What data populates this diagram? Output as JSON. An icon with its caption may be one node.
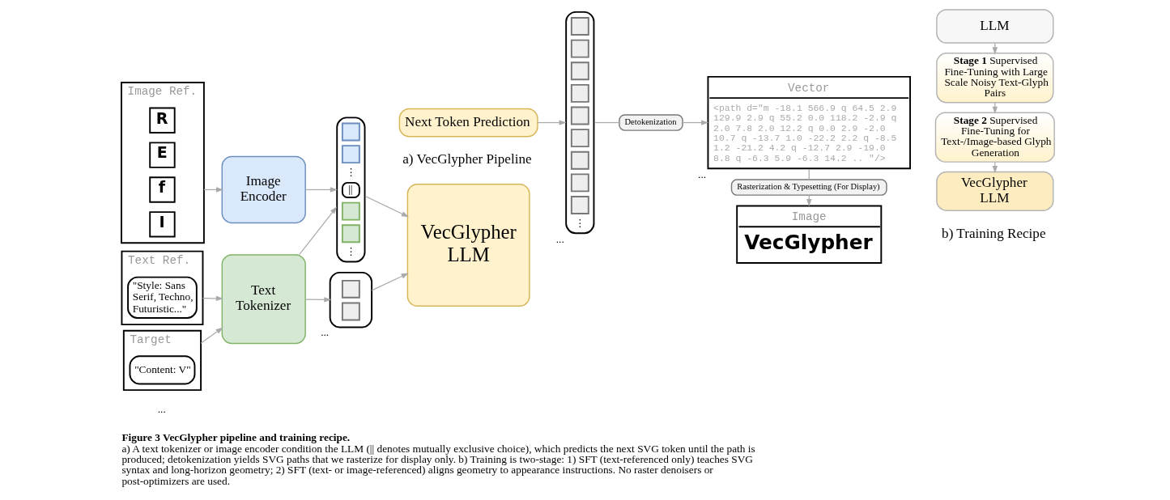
{
  "diagram": {
    "caption": "**Figure 3 VecGlypher pipeline and training recipe.** a) A text tokenizer or image encoder condition the LLM (|| denotes mutually exclusive choice), which predicts the next SVG token until the path is produced; detokenization yields SVG paths that we rasterize for display only. b) Training is two-stage: 1) SFT (text-referenced only) teaches SVG syntax and long-horizon geometry; 2) SFT (text- or image-referenced) aligns geometry to appearance instructions. No raster denoisers or post-optimizers are used.",
    "nodes": [
      {
        "text": [
          "Image Ref."
        ]
      },
      {
        "text": [
          "R"
        ],
        "in": 0
      },
      {
        "text": [
          "E"
        ],
        "in": 0
      },
      {
        "text": [
          "f"
        ],
        "in": 0
      },
      {
        "text": [
          "I"
        ],
        "in": 0
      },
      {
        "text": [
          "Text Ref."
        ]
      },
      {
        "text": [
          "\"Style: Sans Serif, Techno, Futuristic...\""
        ],
        "in": 5
      },
      {
        "text": [
          "Target"
        ]
      },
      {
        "text": [
          "\"Content: V\""
        ],
        "in": 7
      },
      {
        "text": [
          "Image Encoder"
        ]
      },
      {
        "text": [
          "Text Tokenizer"
        ]
      },
      {
        "text": [
          "⋮",
          "||",
          "⋮"
        ]
      },
      {
        "text": [],
        "shape": "box",
        "beside": [
          "..."
        ]
      },
      {
        "text": [
          "VecGlypher LLM"
        ]
      },
      {
        "text": [
          "Next Token Prediction"
        ]
      },
      {
        "text": [
          "⋮"
        ],
        "beside": [
          "..."
        ]
      },
      {
        "text": [
          "Detokenization"
        ]
      },
      {
        "text": [
          "Vector",
          "<path d=\"m -18.1 566.9 q 64.5 2.9 129.9 2.9 q 55.2 0.0 118.2 -2.9 q 2.0 7.8 2.0 12.2 q 0.0 2.9 -2.0 10.7 q -13.7 1.0 -22.2 2.2 q -8.5 1.2 -21.2 4.2 q -12.7 2.9 -19.0 8.8 q -6.3 5.9 -6.3 14.2 .. \"/>"
        ],
        "beside": [
          "..."
        ]
      },
      {
        "text": [
          "Rasterization & Typesetting (For Display)"
        ]
      },
      {
        "text": [
          "Image",
          "VecGlypher"
        ]
      },
      {
        "text": [
          "LLM"
        ]
      },
      {
        "text": [
          "**Stage 1** Supervised Fine-Tuning with Large Scale Noisy Text-Glyph Pairs"
        ]
      },
      {
        "text": [
          "**Stage 2** Supervised Fine-Tuning for Text-/Image-based Glyph Generation"
        ]
      },
      {
        "text": [
          "VecGlypher LLM"
        ]
      }
    ],
    "edges": [
      {
        "from": 0,
        "to": 9,
        "arrow": "to"
      },
      {
        "from": 5,
        "to": 10,
        "arrow": "to"
      },
      {
        "from": 7,
        "to": 10,
        "arrow": "to"
      },
      {
        "from": 9,
        "to": 11,
        "arrow": "to"
      },
      {
        "from": 10,
        "to": 11,
        "arrow": "to"
      },
      {
        "from": 10,
        "to": 12,
        "arrow": "to"
      },
      {
        "from": 11,
        "to": 13,
        "arrow": "to"
      },
      {
        "from": 12,
        "to": 13,
        "arrow": "to"
      },
      {
        "from": 14,
        "to": 15,
        "arrow": "to"
      },
      {
        "from": 15,
        "to": 16,
        "arrow": "none"
      },
      {
        "from": 16,
        "to": 17,
        "arrow": "to"
      },
      {
        "from": 17,
        "to": 18,
        "arrow": "none"
      },
      {
        "from": 18,
        "to": 19,
        "arrow": "to"
      },
      {
        "from": 20,
        "to": 21,
        "arrow": "to"
      },
      {
        "from": 21,
        "to": 22,
        "arrow": "to"
      },
      {
        "from": 22,
        "to": 23,
        "arrow": "to"
      }
    ],
    "labels": [
      "...",
      "a) VecGlypher Pipeline",
      "b) Training Recipe"
    ]
  }
}
